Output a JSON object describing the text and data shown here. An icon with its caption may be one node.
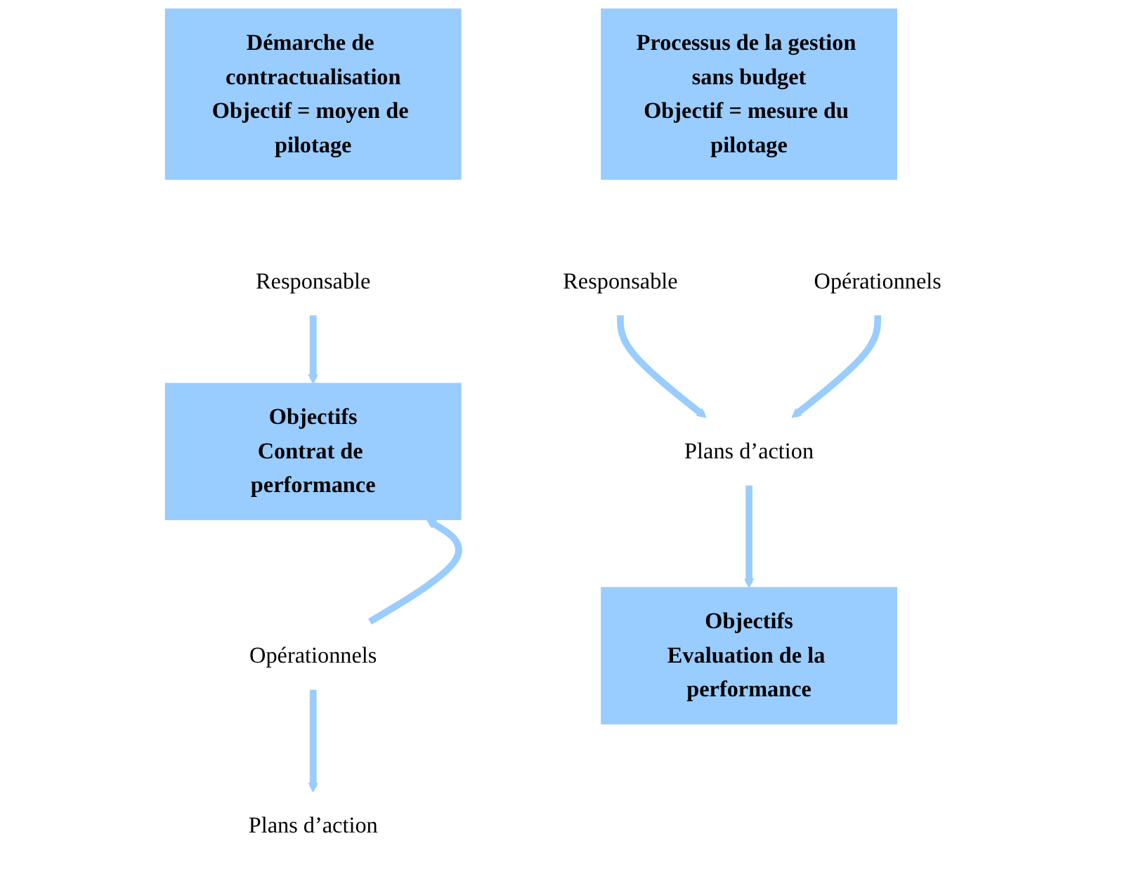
{
  "diagram": {
    "nodes": [
      {
        "text": [
          "Démarche de contractualisation",
          "Objectif = moyen de pilotage"
        ]
      },
      {
        "text": [
          "Responsable"
        ]
      },
      {
        "text": [
          "Objectifs",
          "Contrat de performance"
        ]
      },
      {
        "text": [
          "Opérationnels"
        ]
      },
      {
        "text": [
          "Plans d’action"
        ]
      },
      {
        "text": [
          "Processus de la gestion sans budget",
          "Objectif = mesure du pilotage"
        ]
      },
      {
        "text": [
          "Responsable"
        ]
      },
      {
        "text": [
          "Opérationnels"
        ]
      },
      {
        "text": [
          "Plans d’action"
        ]
      },
      {
        "text": [
          "Objectifs",
          "Evaluation de la performance"
        ]
      }
    ],
    "edges": [
      {
        "from": 1,
        "to": 2,
        "arrow": "to"
      },
      {
        "from": 3,
        "to": 2,
        "arrow": "to"
      },
      {
        "from": 3,
        "to": 4,
        "arrow": "to"
      },
      {
        "from": 6,
        "to": 8,
        "arrow": "to"
      },
      {
        "from": 7,
        "to": 8,
        "arrow": "to"
      },
      {
        "from": 8,
        "to": 9,
        "arrow": "to"
      }
    ]
  }
}
